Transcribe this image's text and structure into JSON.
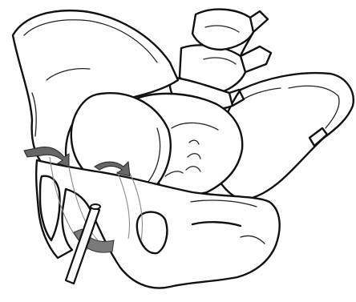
{
  "figure": {
    "subject": "pelvis-line-drawing",
    "colors": {
      "line": "#111111",
      "background": "#ffffff",
      "arrow": "#666666",
      "band": "#7a7a7a",
      "guide": "#8a8a8a"
    },
    "parts": [
      "left-iliac-wing",
      "right-iliac-wing",
      "sacrum",
      "lumbar-vertebrae",
      "acetabulum-socket",
      "pubic-symphysis",
      "ischium",
      "obturator-foramen",
      "curved-guide-band",
      "surgical-rod",
      "curved-arrows"
    ]
  }
}
